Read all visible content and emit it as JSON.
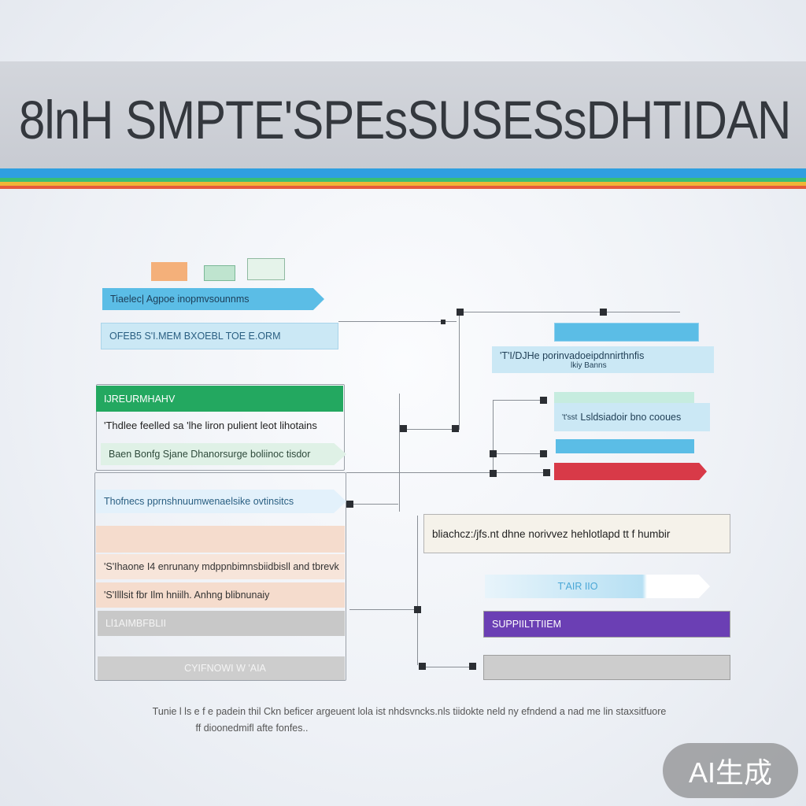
{
  "banner": {
    "title": "8lnH SMPTE'SPEsSUSESsDHTIDAN"
  },
  "left": {
    "bar1": "Tiaelec| Agpoe inopmvsounnms",
    "bar2": "OFEB5 S'I.MEM BXOEBL TOE E.ORM",
    "panel1_header": "IJREURMHAHV",
    "panel1_line1": "'Thdlee feelled sa 'lhe liron pulient leot lihotains",
    "panel1_line2": "Baen Bonfg Sjane Dhanorsurge boliinoc tisdor",
    "panel2_line1": "Thofnecs pprnshnuumwenaelsike ovtinsitcs",
    "panel2_line2": "'S'Ihaone I4 enrunany mdppnbimnsbiidbisll and tbrevk",
    "panel2_line3": "'S'Illlsit fbr Ilm hniilh. Anhng blibnunaiy",
    "panel2_gray1": "Ll1AIMBFBLII",
    "panel2_gray2": "CYIFNOWI W 'AIA"
  },
  "right": {
    "bar1": "'T'I/DJHe porinvadoeipdnnirthnfis",
    "bar1_sub": "lkiy Banns",
    "bar2": "Lsldsiadoir bno cooues",
    "bar2_prefix": "'t'sst",
    "panel_text": "bliachcz:/jfs.nt dhne norivvez hehlotlapd tt f humbir",
    "arrow_label": "T'AIR IIO",
    "purple_label": "SUPPIILTTIIEM"
  },
  "footer": {
    "line1": "Tunie l ls e f e padein thil Ckn beficer argeuent lola ist nhdsvncks.nls tiidokte neld ny efndend a nad me lin staxsitfuore",
    "line2": "ff dioonedmifl afte fonfes.."
  },
  "badge": "AI生成",
  "colors": {
    "blue": "#5bbde6",
    "light_blue": "#cbe8f5",
    "green": "#23a860",
    "peach": "#f5dccd",
    "gray": "#c4c4c4",
    "red": "#d83a48",
    "purple": "#6b3fb4"
  }
}
